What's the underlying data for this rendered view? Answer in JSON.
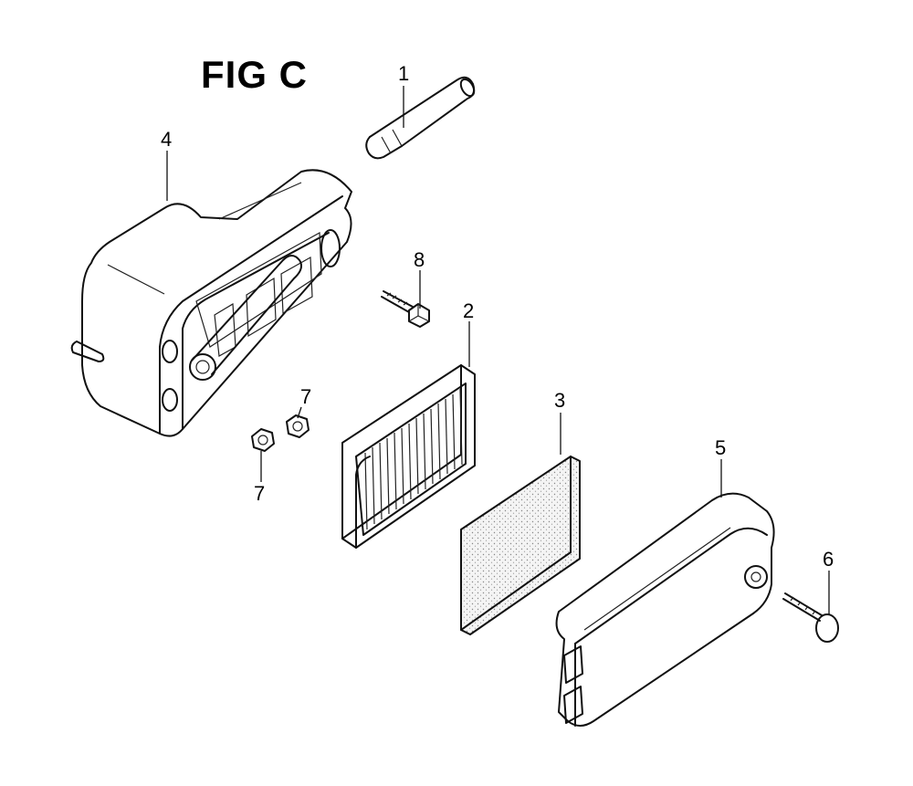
{
  "figure": {
    "title": "FIG C"
  },
  "callouts": {
    "c1": "1",
    "c2": "2",
    "c3": "3",
    "c4": "4",
    "c5": "5",
    "c6": "6",
    "c7a": "7",
    "c7b": "7",
    "c8": "8"
  },
  "colors": {
    "ink": "#111111",
    "paper": "#ffffff",
    "foam": "#e6e6e6"
  }
}
